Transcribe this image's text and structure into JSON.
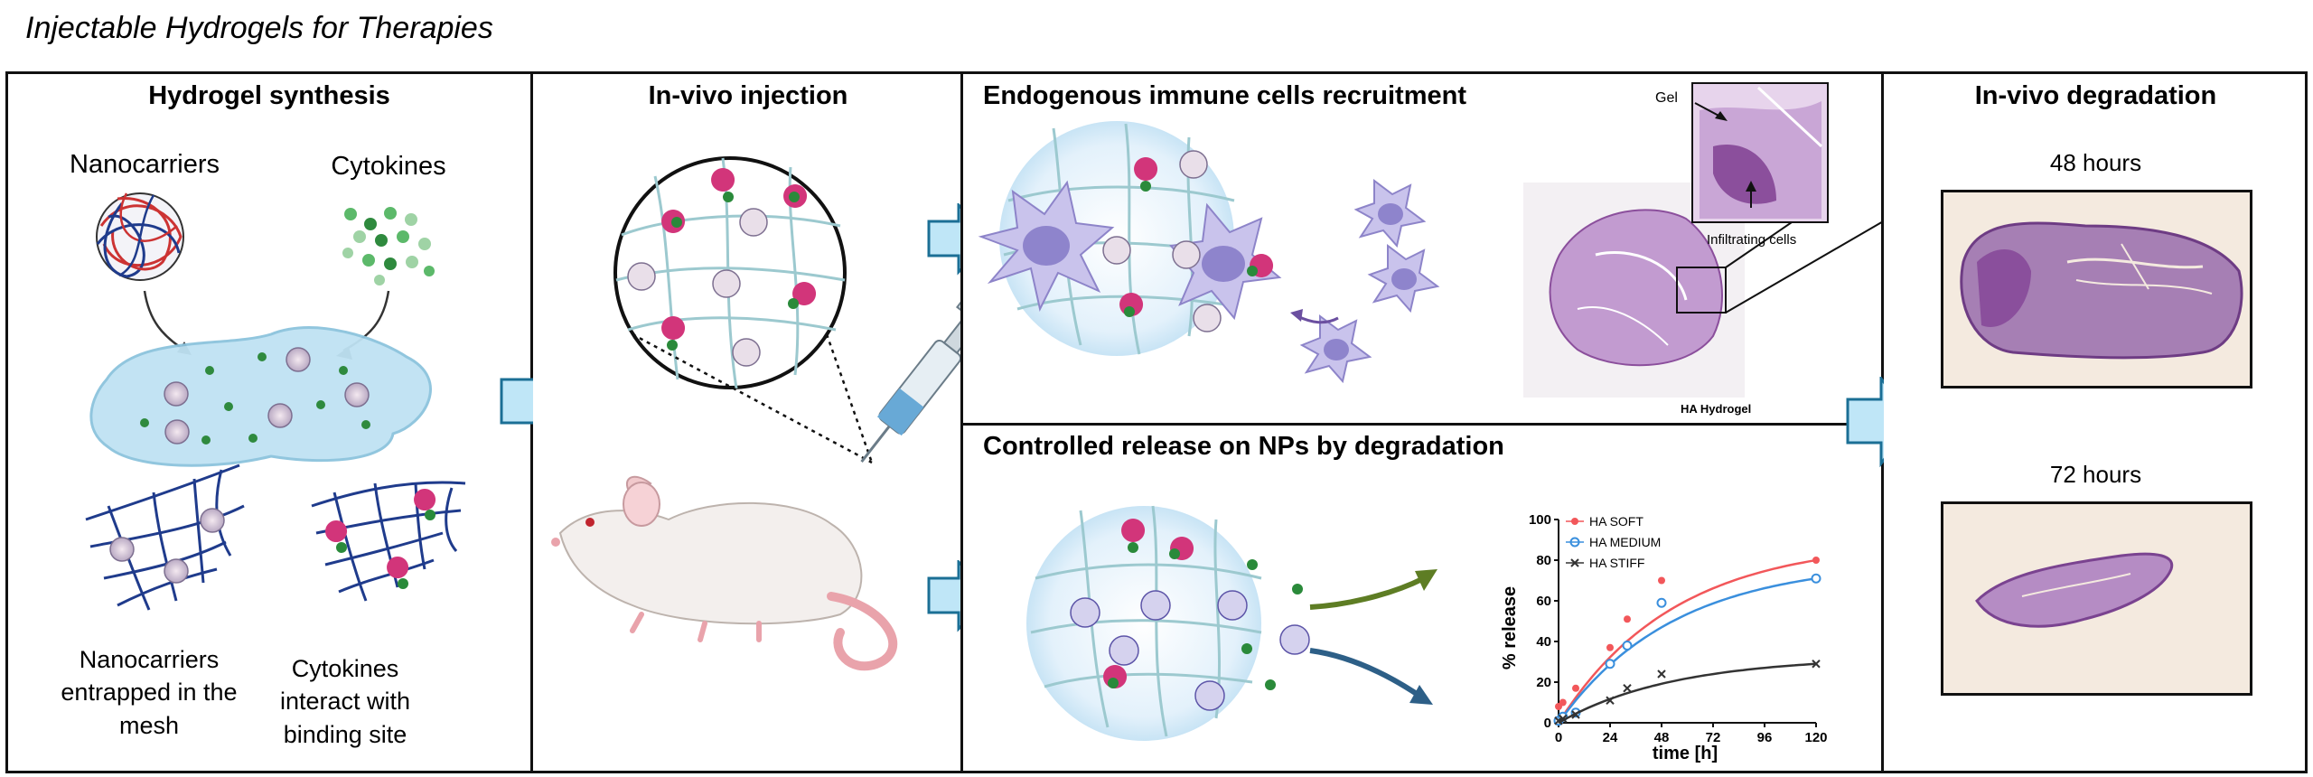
{
  "figure_title": "Injectable Hydrogels for Therapies",
  "panels": {
    "synthesis": {
      "title": "Hydrogel synthesis",
      "nanocarriers_label": "Nanocarriers",
      "cytokines_label": "Cytokines",
      "entrapped_caption": "Nanocarriers entrapped in the mesh",
      "interact_caption": "Cytokines interact with binding site"
    },
    "injection": {
      "title": "In-vivo injection"
    },
    "recruitment": {
      "title": "Endogenous immune cells recruitment",
      "gel_label": "Gel",
      "infiltrating_label": "Infiltrating cells",
      "histology_caption": "HA Hydrogel"
    },
    "release": {
      "title": "Controlled release on NPs by degradation"
    },
    "degradation": {
      "title": "In-vivo degradation",
      "label_48h": "48 hours",
      "label_72h": "72 hours"
    }
  },
  "colors": {
    "accent_arrow": "#bfe6f7",
    "soft": "#f2575a",
    "medium": "#3a8fdd",
    "stiff": "#333333",
    "histology": "#8b4f9c",
    "cytokine_pink": "#d2357a",
    "cytokine_green": "#2a8a3a"
  },
  "chart_data": {
    "type": "scatter",
    "title": "",
    "xlabel": "time [h]",
    "ylabel": "% release",
    "xlim": [
      0,
      120
    ],
    "ylim": [
      0,
      100
    ],
    "xticks": [
      0,
      24,
      48,
      72,
      96,
      120
    ],
    "yticks": [
      0,
      20,
      40,
      60,
      80,
      100
    ],
    "legend_position": "top-left",
    "series": [
      {
        "name": "HA SOFT",
        "marker": "dot",
        "x": [
          0,
          2,
          8,
          24,
          32,
          48,
          120
        ],
        "y": [
          8,
          10,
          17,
          37,
          51,
          70,
          80
        ]
      },
      {
        "name": "HA MEDIUM",
        "marker": "circle",
        "x": [
          0,
          2,
          8,
          24,
          32,
          48,
          120
        ],
        "y": [
          1,
          3,
          5,
          29,
          38,
          59,
          71
        ]
      },
      {
        "name": "HA STIFF",
        "marker": "x",
        "x": [
          0,
          2,
          8,
          24,
          32,
          48,
          120
        ],
        "y": [
          1,
          2,
          4,
          11,
          17,
          24,
          29
        ]
      }
    ]
  }
}
